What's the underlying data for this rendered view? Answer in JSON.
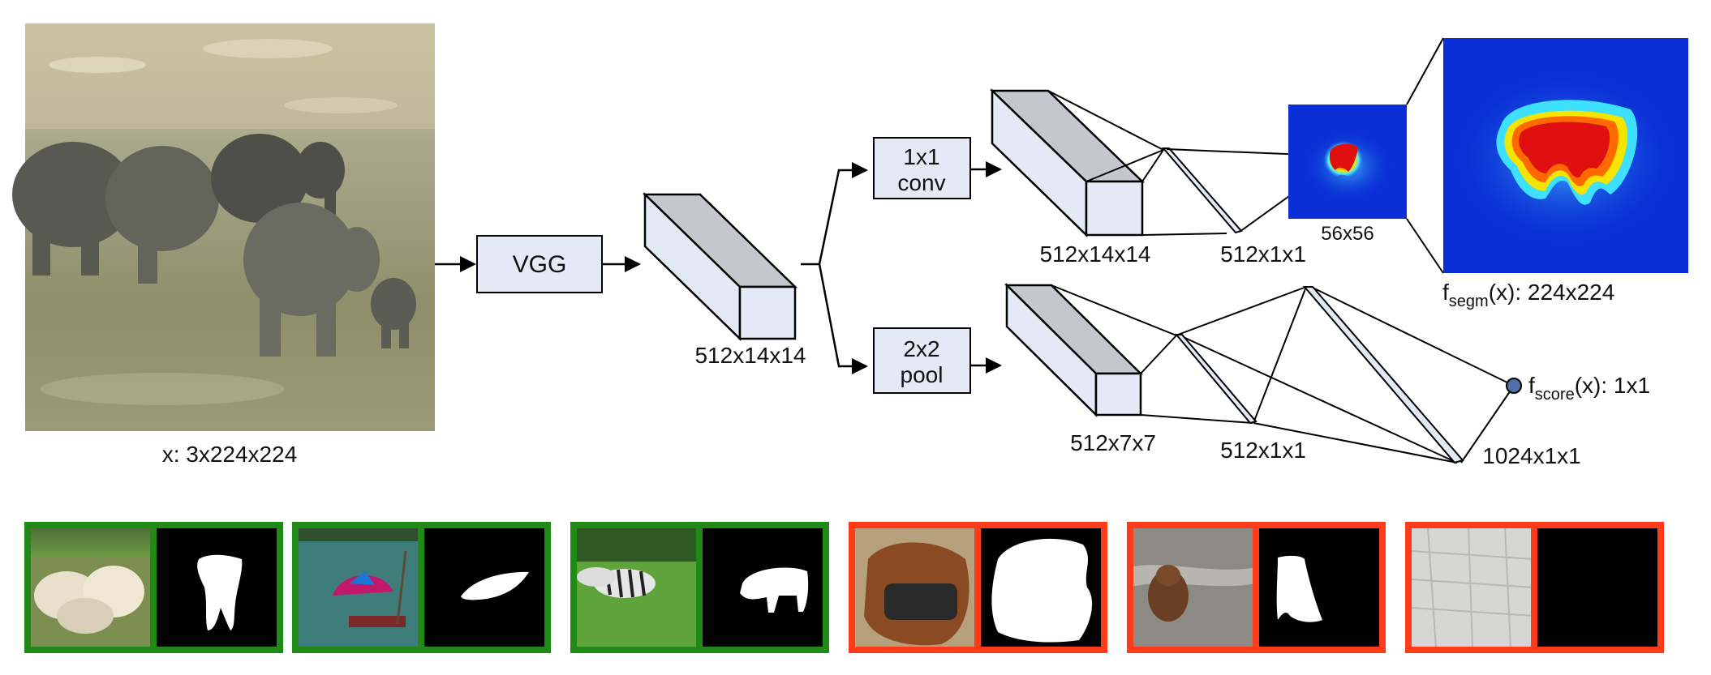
{
  "colors": {
    "box_fill": "#e3eaf5",
    "box_top": "#c4c7cd",
    "good_border": "#1f8a16",
    "bad_border": "#ff3b1a",
    "heat_bg": "#0a2fd6",
    "score_dot": "#4f6fa8"
  },
  "input": {
    "caption": "x: 3x224x224",
    "icon": "elephant-photo"
  },
  "vgg": {
    "label": "VGG"
  },
  "trunk": {
    "dims": "512x14x14"
  },
  "seg_branch": {
    "op_line1": "1x1",
    "op_line2": "conv",
    "feat_dims": "512x14x14",
    "fc_dims": "512x1x1",
    "mask_dims": "56x56",
    "output_main": "f",
    "output_sub": "segm",
    "output_rest": "(x): 224x224"
  },
  "score_branch": {
    "op_line1": "2x2",
    "op_line2": "pool",
    "feat_dims": "512x7x7",
    "fc1_dims": "512x1x1",
    "fc2_dims": "1024x1x1",
    "output_main": "f",
    "output_sub": "score",
    "output_rest": "(x): 1x1"
  },
  "examples": [
    {
      "name": "sheep",
      "label": "positive",
      "border": "green"
    },
    {
      "name": "umbrella-boat",
      "label": "positive",
      "border": "green"
    },
    {
      "name": "zebra",
      "label": "positive",
      "border": "green"
    },
    {
      "name": "backpack",
      "label": "negative",
      "border": "red"
    },
    {
      "name": "bear",
      "label": "negative",
      "border": "red"
    },
    {
      "name": "pavement",
      "label": "negative",
      "border": "red"
    }
  ]
}
